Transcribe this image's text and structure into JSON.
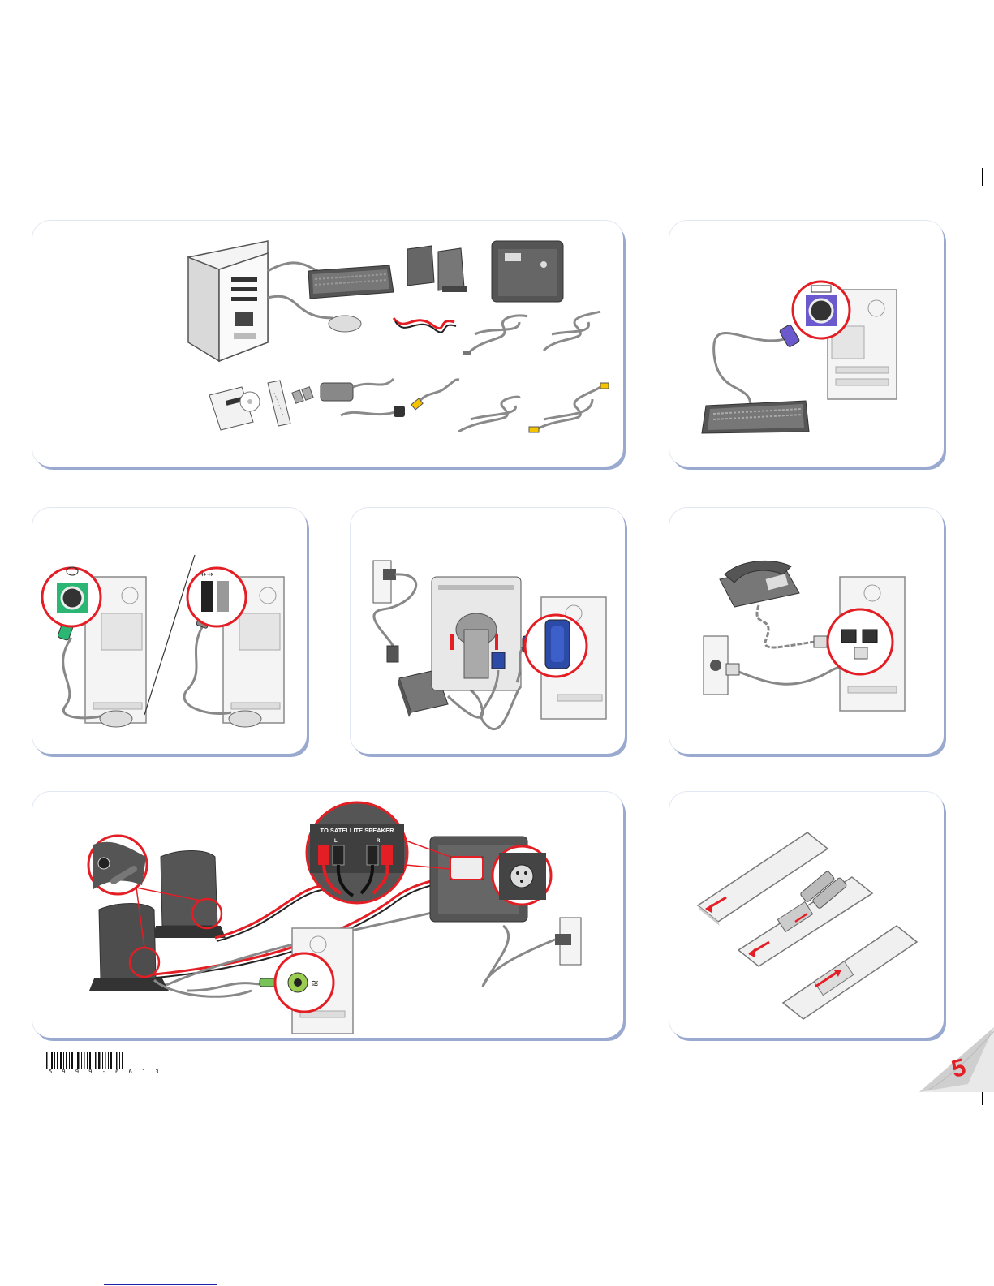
{
  "panels": {
    "components": {},
    "keyboard": {},
    "mouse": {},
    "monitor": {},
    "modem": {},
    "speakers": {
      "port_label": "TO SATELLITE SPEAKER",
      "l": "L",
      "r": "R"
    },
    "remote": {}
  },
  "barcode": {
    "digits": "5 9 9 9 - 6 6 1 3"
  },
  "page_corner": {
    "number": "5"
  },
  "colors": {
    "accent_red": "#e31e24",
    "cable_grey": "#8a8a8a",
    "ps2_green": "#2bb673",
    "ps2_purple": "#6a5acd",
    "vga_blue": "#2c4aa8",
    "shadow": "#9aa9cf",
    "footer_line": "#1e22aa"
  }
}
